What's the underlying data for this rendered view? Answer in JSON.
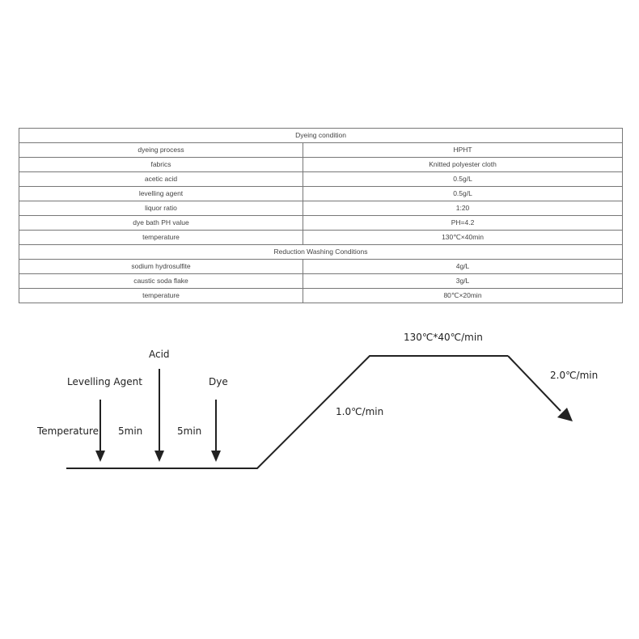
{
  "table": {
    "section1": {
      "title": "Dyeing condition",
      "rows": [
        {
          "label": "dyeing process",
          "value": "HPHT"
        },
        {
          "label": "fabrics",
          "value": "Knitted polyester cloth"
        },
        {
          "label": "acetic acid",
          "value": "0.5g/L"
        },
        {
          "label": "levelling agent",
          "value": "0.5g/L"
        },
        {
          "label": "liquor ratio",
          "value": "1:20"
        },
        {
          "label": "dye bath PH value",
          "value": "PH=4.2"
        },
        {
          "label": "temperature",
          "value": "130℃×40min"
        }
      ]
    },
    "section2": {
      "title": "Reduction Washing Conditions",
      "rows": [
        {
          "label": "sodium hydrosulfite",
          "value": "4g/L"
        },
        {
          "label": "caustic soda flake",
          "value": "3g/L"
        },
        {
          "label": "temperature",
          "value": "80℃×20min"
        }
      ]
    }
  },
  "diagram": {
    "labels": {
      "temperature": "Temperature",
      "levelling_agent": "Levelling Agent",
      "acid": "Acid",
      "dye": "Dye",
      "interval1": "5min",
      "interval2": "5min",
      "heating_rate": "1.0℃/min",
      "hold": "130℃*40℃/min",
      "cooling_rate": "2.0℃/min"
    },
    "colors": {
      "line": "#222222"
    }
  }
}
